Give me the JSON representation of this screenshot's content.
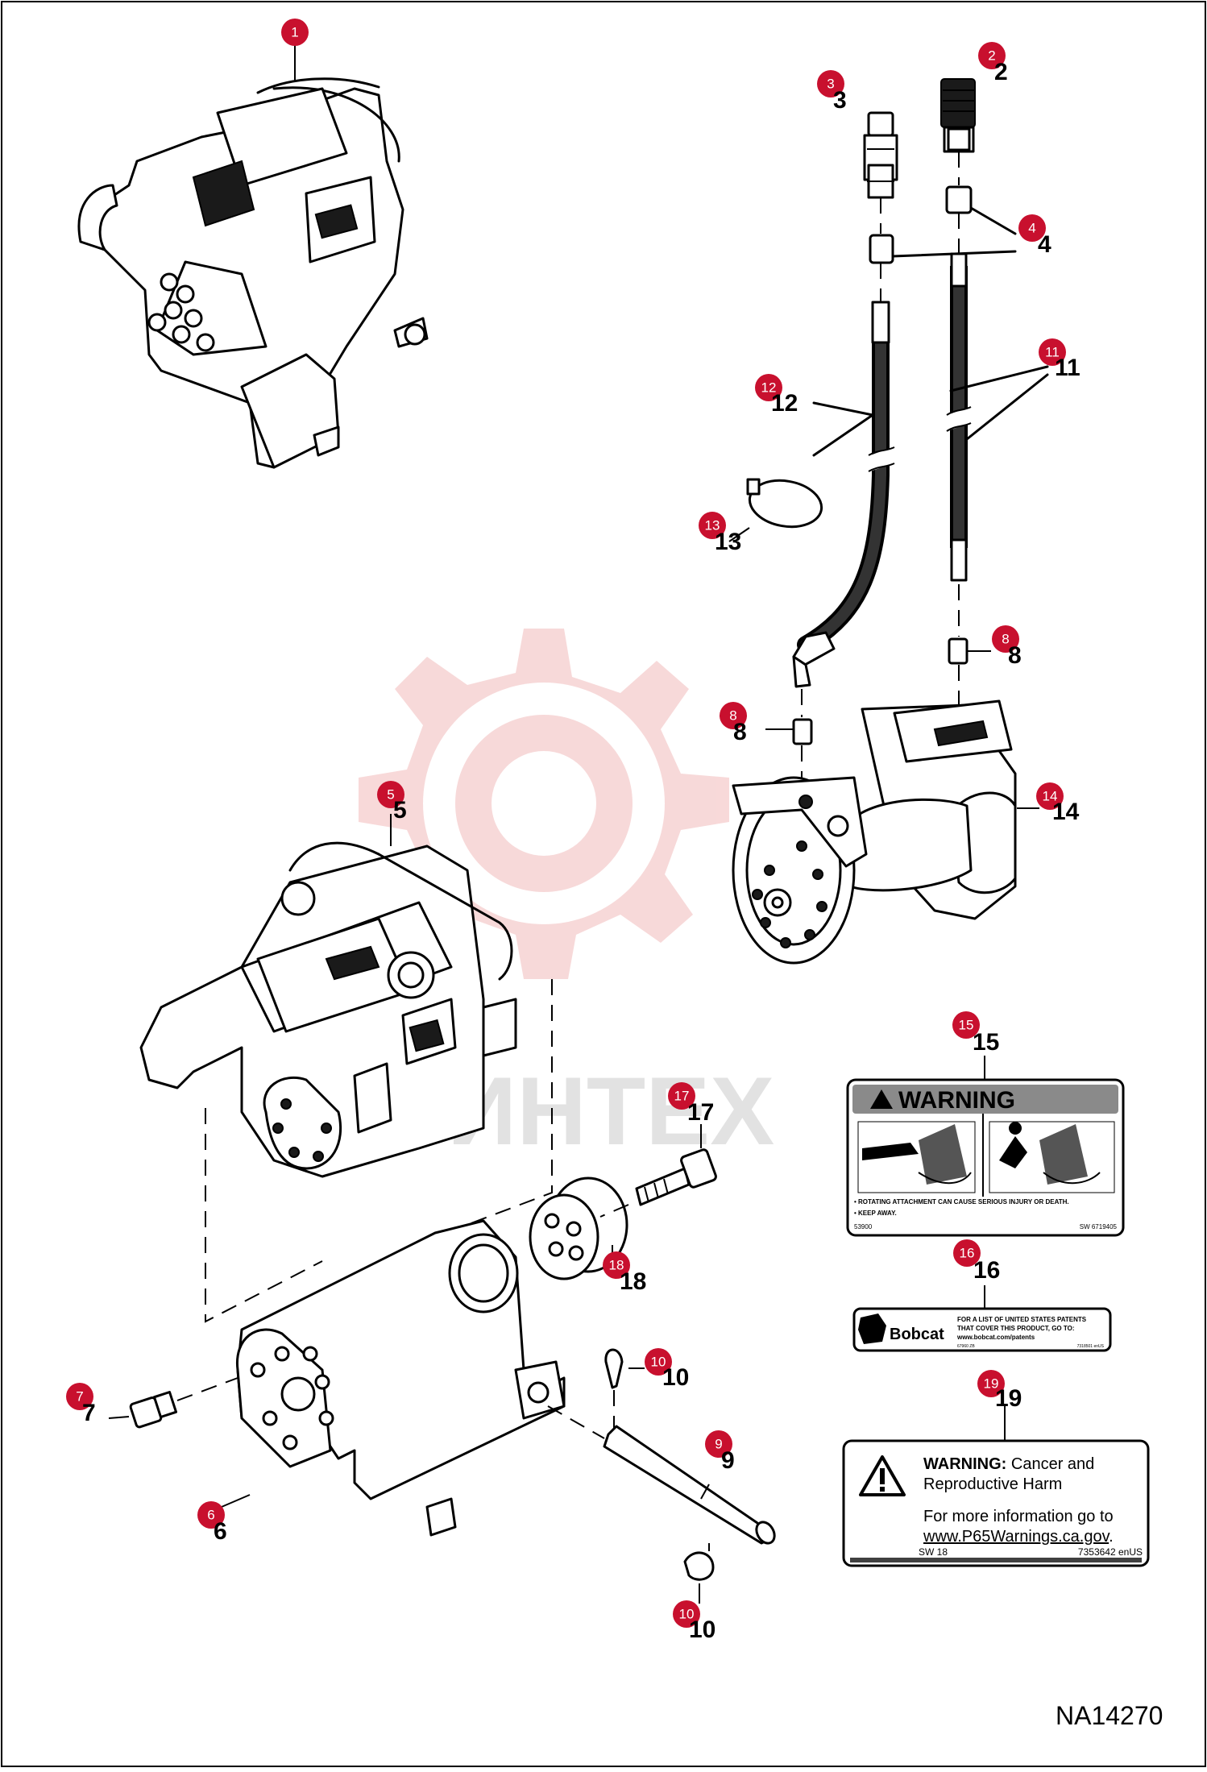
{
  "drawing_code": "NA14270",
  "watermark_text": "ИНТЕХ",
  "callouts": [
    {
      "id": "c1",
      "number": "1",
      "label": ""
    },
    {
      "id": "c2",
      "number": "2",
      "label": "2"
    },
    {
      "id": "c3",
      "number": "3",
      "label": "3"
    },
    {
      "id": "c4",
      "number": "4",
      "label": "4"
    },
    {
      "id": "c5",
      "number": "5",
      "label": "5"
    },
    {
      "id": "c6",
      "number": "6",
      "label": "6"
    },
    {
      "id": "c7",
      "number": "7",
      "label": "7"
    },
    {
      "id": "c8a",
      "number": "8",
      "label": "8"
    },
    {
      "id": "c8b",
      "number": "8",
      "label": "8"
    },
    {
      "id": "c9",
      "number": "9",
      "label": "9"
    },
    {
      "id": "c10a",
      "number": "10",
      "label": "10"
    },
    {
      "id": "c10b",
      "number": "10",
      "label": "10"
    },
    {
      "id": "c11",
      "number": "11",
      "label": "11"
    },
    {
      "id": "c12",
      "number": "12",
      "label": "12"
    },
    {
      "id": "c13",
      "number": "13",
      "label": "13"
    },
    {
      "id": "c14",
      "number": "14",
      "label": "14"
    },
    {
      "id": "c15",
      "number": "15",
      "label": "15"
    },
    {
      "id": "c16",
      "number": "16",
      "label": "16"
    },
    {
      "id": "c17",
      "number": "17",
      "label": "17"
    },
    {
      "id": "c18",
      "number": "18",
      "label": "18"
    },
    {
      "id": "c19",
      "number": "19",
      "label": "19"
    }
  ],
  "decal_15": {
    "header": "WARNING",
    "line1": "• ROTATING ATTACHMENT CAN CAUSE SERIOUS INJURY OR DEATH.",
    "line2": "• KEEP AWAY.",
    "code_left": "53900",
    "code_right": "SW 6719405"
  },
  "decal_16": {
    "brand": "Bobcat",
    "text1": "FOR A LIST OF UNITED STATES PATENTS",
    "text2": "THAT COVER THIS PRODUCT, GO TO:",
    "text3": "www.bobcat.com/patents",
    "code_left": "67960 ZB",
    "code_right": "7318501 enUS"
  },
  "decal_19": {
    "heading_bold": "WARNING:",
    "heading_rest": "Cancer and",
    "line2": "Reproductive Harm",
    "line3": "For more information go to",
    "link": "www.P65Warnings.ca.gov",
    "link_end": ".",
    "code_left": "SW 18",
    "code_right": "7353642 enUS"
  },
  "colors": {
    "callout_bubble": "#c8102e",
    "watermark": "#e88a8a",
    "decal_header": "#8a8a8a"
  }
}
